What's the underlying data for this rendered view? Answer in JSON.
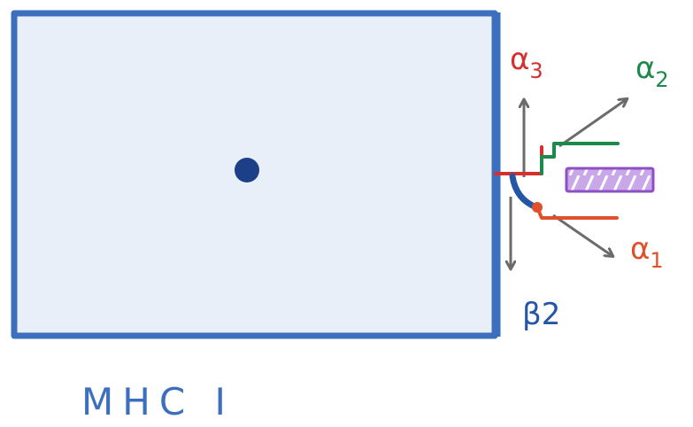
{
  "caption": "MHC I",
  "labels": {
    "alpha3": {
      "symbol": "α",
      "sub": "3"
    },
    "alpha2": {
      "symbol": "α",
      "sub": "2"
    },
    "alpha1": {
      "symbol": "α",
      "sub": "1"
    },
    "beta2": {
      "symbol": "β",
      "sub": "2"
    }
  },
  "colors": {
    "cell_fill": "#e8eff9",
    "cell_border": "#3d6fbf",
    "nucleus": "#1d3f87",
    "alpha3": "#d62f2f",
    "alpha2": "#1b8a4a",
    "alpha1": "#e0502a",
    "beta2": "#2456a8",
    "arrow": "#6b6b6b",
    "peptide_groove": "#8f4fc4"
  }
}
